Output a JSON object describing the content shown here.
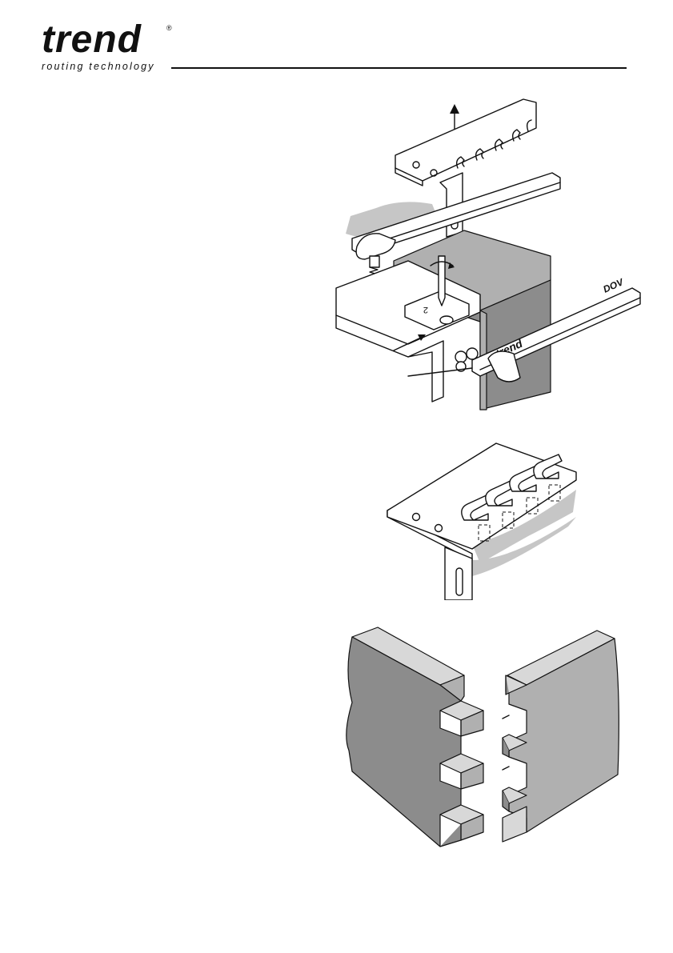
{
  "header": {
    "brand": "trend",
    "registered_mark": "®",
    "tagline": "routing technology"
  },
  "figure1": {
    "label_base_plate": "2",
    "label_template_brand": "trend",
    "label_template_text": "DOV"
  }
}
